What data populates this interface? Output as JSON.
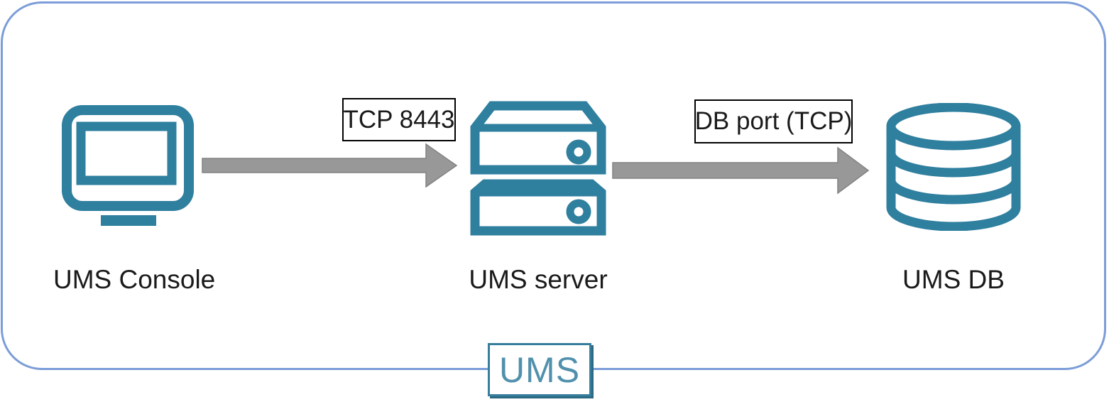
{
  "diagram": {
    "nodes": [
      {
        "id": "ums-console",
        "label": "UMS Console",
        "icon": "monitor-icon"
      },
      {
        "id": "ums-server",
        "label": "UMS server",
        "icon": "server-stack-icon"
      },
      {
        "id": "ums-db",
        "label": "UMS DB",
        "icon": "database-icon"
      }
    ],
    "connections": [
      {
        "from": "ums-console",
        "to": "ums-server",
        "label": "TCP 8443",
        "direction": "right"
      },
      {
        "from": "ums-server",
        "to": "ums-db",
        "label": "DB port (TCP)",
        "direction": "right"
      }
    ],
    "badge": {
      "label": "UMS"
    },
    "colors": {
      "icon_teal": "#2F7F9E",
      "frame_blue": "#7C9DD8",
      "arrow_gray": "#989898",
      "arrow_edge": "#828282",
      "text_black": "#1A1A1A",
      "port_border": "#000000",
      "badge_border": "#377E9C",
      "badge_shadow": "#2C6A84",
      "badge_text": "#5190AD"
    }
  }
}
